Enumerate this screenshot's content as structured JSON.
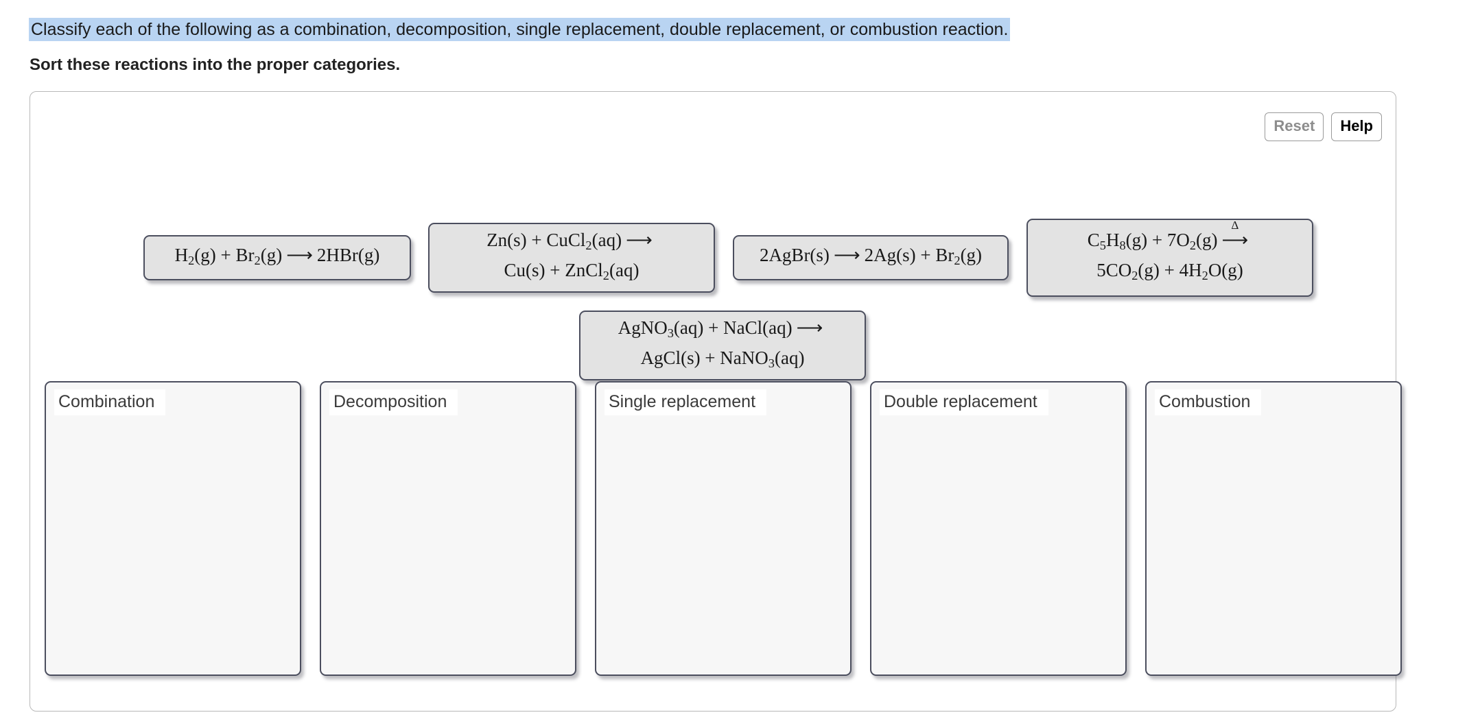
{
  "question": {
    "prompt": "Classify each of the following as a combination, decomposition, single replacement, double replacement, or combustion reaction.",
    "instruction": "Sort these reactions into the proper categories."
  },
  "toolbar": {
    "reset_label": "Reset",
    "help_label": "Help"
  },
  "reactions": [
    {
      "id": "reaction-hydrogen-bromine",
      "plain": "H2(g) + Br2(g) ⟶ 2HBr(g)",
      "lines": [
        [
          {
            "t": "H"
          },
          {
            "sub": "2"
          },
          {
            "t": "(g) + Br"
          },
          {
            "sub": "2"
          },
          {
            "t": "(g)"
          },
          {
            "arrow": true
          },
          {
            "t": "2HBr(g)"
          }
        ]
      ]
    },
    {
      "id": "reaction-zinc-copper-chloride",
      "plain": "Zn(s) + CuCl2(aq) ⟶ Cu(s) + ZnCl2(aq)",
      "lines": [
        [
          {
            "t": "Zn(s) + CuCl"
          },
          {
            "sub": "2"
          },
          {
            "t": "(aq)"
          },
          {
            "arrow": true
          }
        ],
        [
          {
            "t": "Cu(s) + ZnCl"
          },
          {
            "sub": "2"
          },
          {
            "t": "(aq)"
          }
        ]
      ]
    },
    {
      "id": "reaction-silver-bromide",
      "plain": "2AgBr(s) ⟶ 2Ag(s) + Br2(g)",
      "lines": [
        [
          {
            "t": "2AgBr(s)"
          },
          {
            "arrow": true
          },
          {
            "t": "2Ag(s) + Br"
          },
          {
            "sub": "2"
          },
          {
            "t": "(g)"
          }
        ]
      ]
    },
    {
      "id": "reaction-pentadiene-combustion",
      "plain": "C5H8(g) + 7O2(g) →(Δ) 5CO2(g) + 4H2O(g)",
      "lines": [
        [
          {
            "t": "C"
          },
          {
            "sub": "5"
          },
          {
            "t": "H"
          },
          {
            "sub": "8"
          },
          {
            "t": "(g) + 7O"
          },
          {
            "sub": "2"
          },
          {
            "t": "(g)"
          },
          {
            "arrow": true,
            "delta": "Δ"
          }
        ],
        [
          {
            "t": "5CO"
          },
          {
            "sub": "2"
          },
          {
            "t": "(g) + 4H"
          },
          {
            "sub": "2"
          },
          {
            "t": "O(g)"
          }
        ]
      ]
    },
    {
      "id": "reaction-silver-nitrate-sodium-chloride",
      "plain": "AgNO3(aq) + NaCl(aq) ⟶ AgCl(s) + NaNO3(aq)",
      "lines": [
        [
          {
            "t": "AgNO"
          },
          {
            "sub": "3"
          },
          {
            "t": "(aq) + NaCl(aq)"
          },
          {
            "arrow": true
          }
        ],
        [
          {
            "t": "AgCl(s) + NaNO"
          },
          {
            "sub": "3"
          },
          {
            "t": "(aq)"
          }
        ]
      ]
    }
  ],
  "categories": [
    {
      "id": "combination",
      "label": "Combination",
      "items": []
    },
    {
      "id": "decomposition",
      "label": "Decomposition",
      "items": []
    },
    {
      "id": "single-replacement",
      "label": "Single replacement",
      "items": []
    },
    {
      "id": "double-replacement",
      "label": "Double replacement",
      "items": []
    },
    {
      "id": "combustion",
      "label": "Combustion",
      "items": []
    }
  ],
  "colors": {
    "highlight": "#b9d4f2",
    "tile_fill": "#e3e3e3",
    "tile_border": "#4b4e5e",
    "dropzone_fill": "#f7f7f7",
    "panel_border": "#b8b8b8"
  }
}
